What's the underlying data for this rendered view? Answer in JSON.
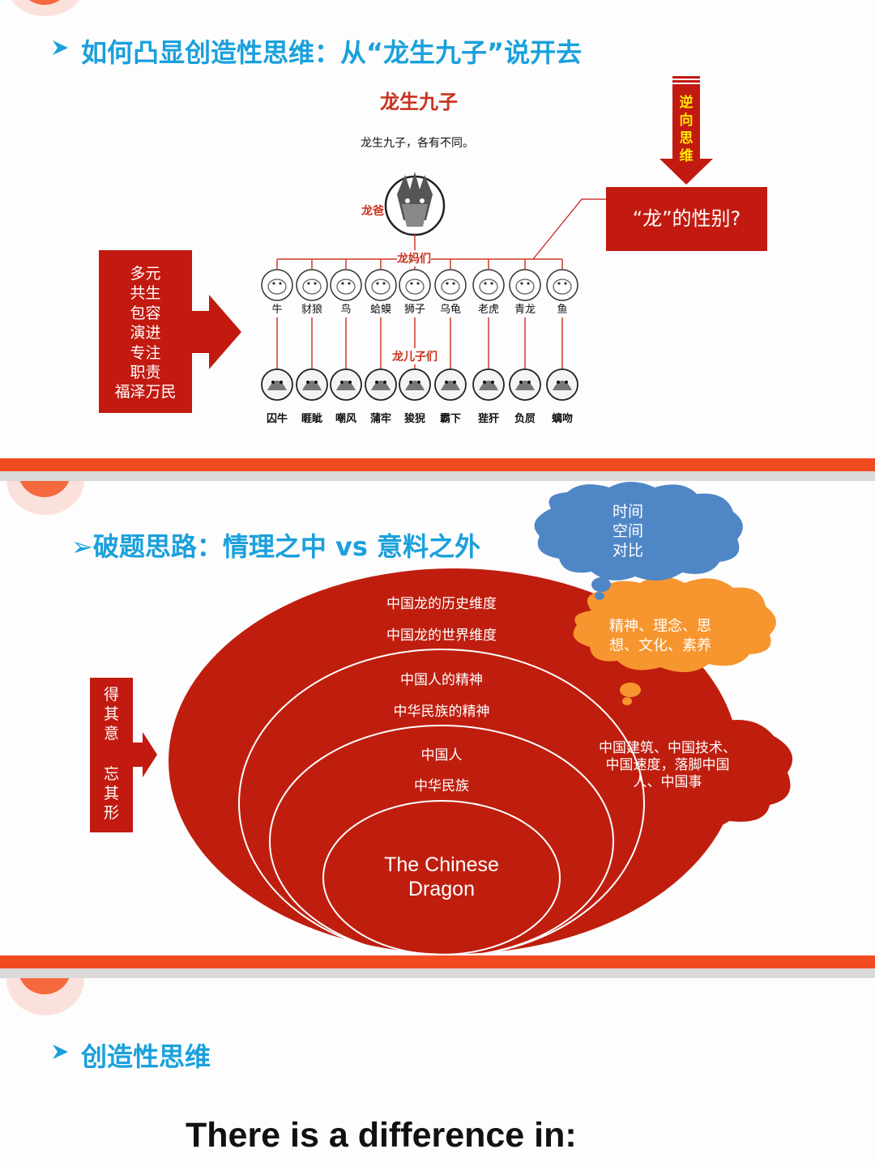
{
  "colors": {
    "heading_blue": "#1aa0dc",
    "dark_red": "#b41e0e",
    "title_red": "#c8321e",
    "divider_orange": "#f34b21",
    "cloud_blue": "#4f86c6",
    "cloud_orange": "#f7952e",
    "cloud_red": "#bf1e0f"
  },
  "slide1": {
    "heading": "如何凸显创造性思维：从“龙生九子”说开去",
    "diagram_title": "龙生九子",
    "diagram_subtitle": "龙生九子，各有不同。",
    "father_label": "龙爸",
    "mothers_label": "龙妈们",
    "sons_label": "龙儿子们",
    "mothers": [
      "牛",
      "豺狼",
      "鸟",
      "蛤蟆",
      "狮子",
      "乌龟",
      "老虎",
      "青龙",
      "鱼"
    ],
    "sons": [
      "囚牛",
      "睚眦",
      "嘲风",
      "蒲牢",
      "狻猊",
      "霸下",
      "狴犴",
      "负屃",
      "螭吻"
    ],
    "left_box_lines": [
      "多元",
      "共生",
      "包容",
      "演进",
      "专注",
      "职责",
      "福泽万民"
    ],
    "reverse_arrow_label": [
      "逆",
      "向",
      "思",
      "维"
    ],
    "gender_box": "“龙”的性别?"
  },
  "slide2": {
    "heading": "➢破题思路：情理之中 vs 意料之外",
    "side_box_top": [
      "得",
      "其",
      "意"
    ],
    "side_box_bottom": [
      "忘",
      "其",
      "形"
    ],
    "rings": {
      "outer": [
        "中国龙的历史维度",
        "中国龙的世界维度"
      ],
      "second": [
        "中国人的精神",
        "中华民族的精神"
      ],
      "third": [
        "中国人",
        "中华民族"
      ],
      "core": [
        "The Chinese",
        "Dragon"
      ]
    },
    "cloud_blue": [
      "时间",
      "空间",
      "对比"
    ],
    "cloud_orange": [
      "精神、理念、思",
      "想、文化、素养"
    ],
    "cloud_red": [
      "中国建筑、中国技术、",
      "中国速度，落脚中国",
      "人、中国事"
    ]
  },
  "slide3": {
    "heading": "创造性思维",
    "body_text": "There is a difference in:"
  }
}
